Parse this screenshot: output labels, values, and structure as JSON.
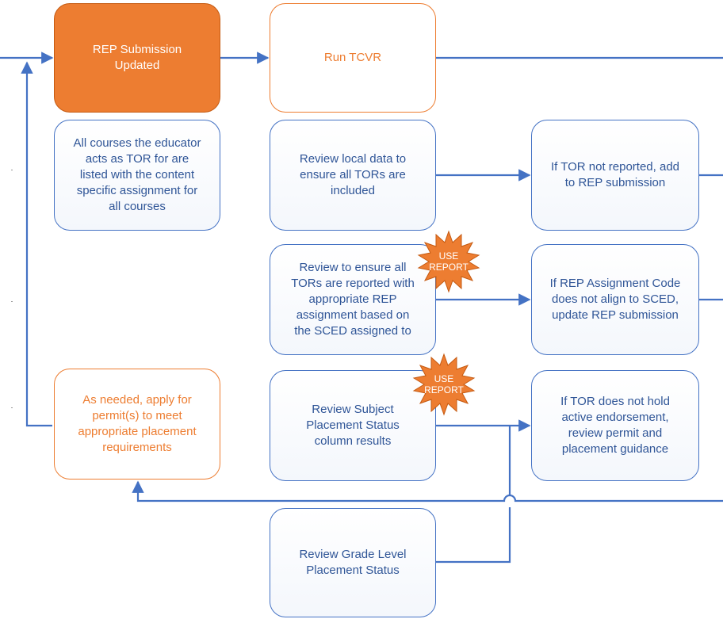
{
  "colors": {
    "connector": "#4472c4",
    "accent_orange": "#ed7d31",
    "box_border_blue": "#4472c4",
    "box_text_blue": "#2f5597"
  },
  "nodes": {
    "rep_submission_updated": "REP Submission\nUpdated",
    "run_tcvr": "Run TCVR",
    "all_courses": "All courses the educator\nacts as TOR for are\nlisted with the content\nspecific assignment for\nall courses",
    "review_local_data": "Review local data to\nensure all TORs are\nincluded",
    "tor_not_reported": "If TOR not reported, add\nto REP submission",
    "review_tors_reported": "Review to ensure all\nTORs are reported with\nappropriate REP\nassignment based on\nthe SCED assigned to",
    "rep_code_align": "If REP Assignment Code\ndoes not align to SCED,\nupdate REP submission",
    "apply_permits": "As needed, apply for\npermit(s) to meet\nappropriate placement\nrequirements",
    "review_subject_placement": "Review Subject\nPlacement Status\ncolumn results",
    "tor_not_endorsed": "If TOR does not hold\nactive endorsement,\nreview permit and\nplacement guidance",
    "review_grade_level": "Review Grade Level\nPlacement Status"
  },
  "badges": {
    "use_report_1": "USE\nREPORT",
    "use_report_2": "USE\nREPORT"
  }
}
